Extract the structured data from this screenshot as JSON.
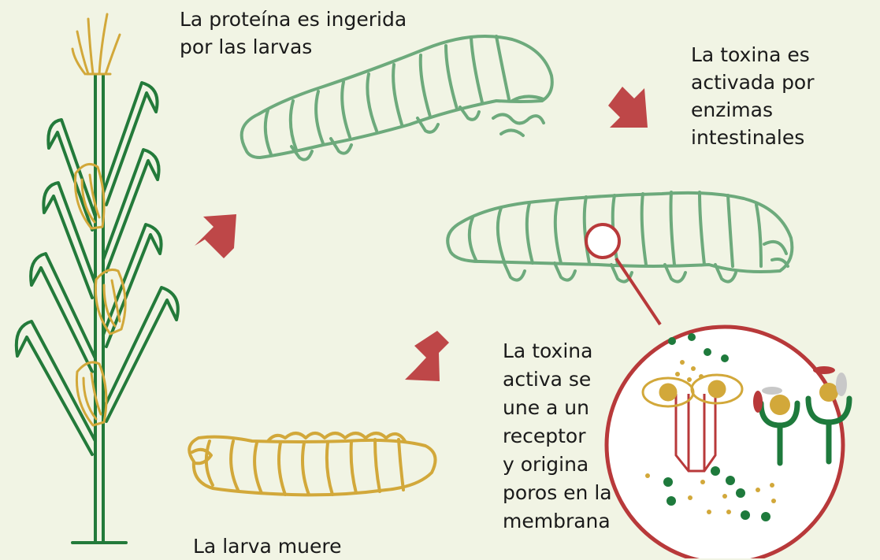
{
  "labels": {
    "ingested": "La proteína es ingerida\npor las larvas",
    "activated": "La toxina es\nactivada por\nenzimas\nintestinales",
    "binds": "La toxina\nactiva se\nune a un\nreceptor\ny origina\nporos en la\nmembrana",
    "dies": "La larva muere"
  },
  "colors": {
    "background": "#f1f4e4",
    "plant_green": "#237a3a",
    "corn_gold": "#d2a83a",
    "larva_green": "#6daa7c",
    "arrow_red": "#be4748",
    "receptor_green": "#1e7a3c",
    "toxin_red": "#b8393a",
    "toxin_grey": "#c8c8c8",
    "pore_red": "#b8393a"
  },
  "icons": [
    "corn-plant-icon",
    "larva-feeding-icon",
    "larva-healthy-icon",
    "larva-dead-icon",
    "cycle-arrow-icon",
    "zoom-magnifier-icon",
    "receptor-icon",
    "pore-icon",
    "toxin-particle-icon"
  ]
}
